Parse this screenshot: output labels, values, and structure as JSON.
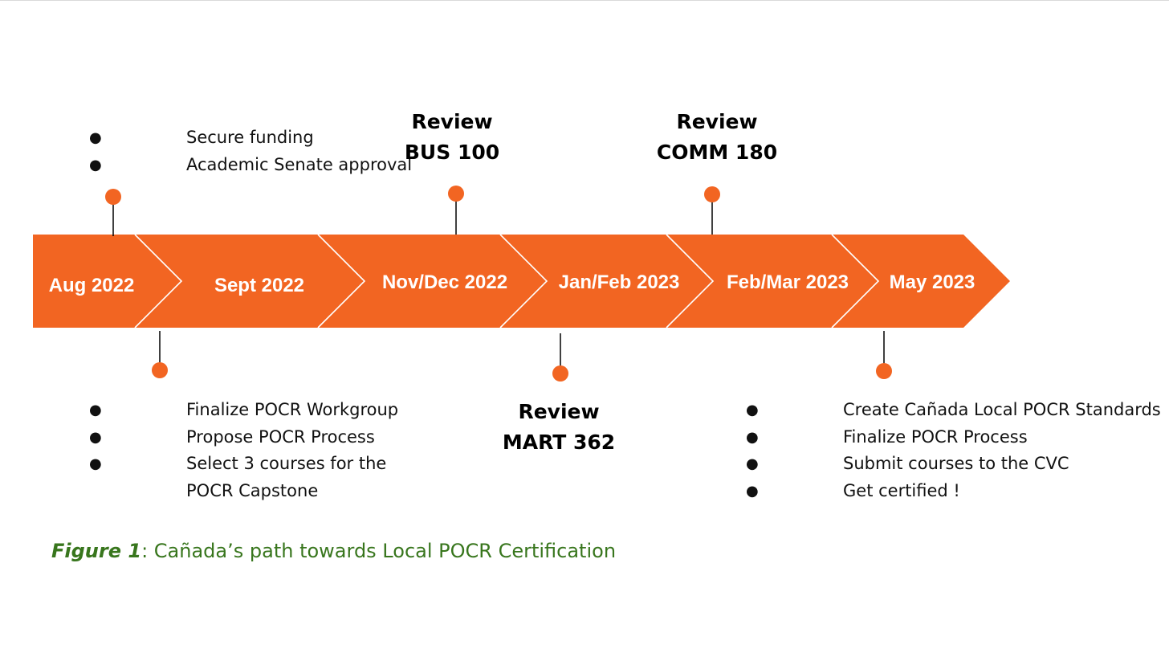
{
  "timeline": {
    "stages": [
      {
        "label": "Aug 2022"
      },
      {
        "label": "Sept 2022"
      },
      {
        "label": "Nov/Dec 2022"
      },
      {
        "label": "Jan/Feb 2023"
      },
      {
        "label": "Feb/Mar 2023"
      },
      {
        "label": "May 2023"
      }
    ],
    "colors": {
      "arrow": "#f26522",
      "connector": "#000000",
      "marker": "#f26522"
    }
  },
  "top_bullets": {
    "items": [
      "Secure funding",
      "Academic Senate approval"
    ]
  },
  "review_bus": {
    "line1": "Review",
    "line2": "BUS 100"
  },
  "review_comm": {
    "line1": "Review",
    "line2": "COMM 180"
  },
  "bottom_left_bullets": {
    "items": [
      "Finalize POCR Workgroup",
      "Propose POCR Process",
      "Select 3 courses for the",
      "POCR Capstone"
    ]
  },
  "review_mart": {
    "line1": "Review",
    "line2": "MART 362"
  },
  "bottom_right_bullets": {
    "items": [
      "Create Cañada Local POCR Standards",
      "Finalize POCR Process",
      "Submit courses to the CVC",
      "Get certified !"
    ]
  },
  "bullet_symbol": "●",
  "caption": {
    "figure": "Figure 1",
    "colon": ":",
    "text": " Cañada’s path towards Local POCR Certification"
  }
}
